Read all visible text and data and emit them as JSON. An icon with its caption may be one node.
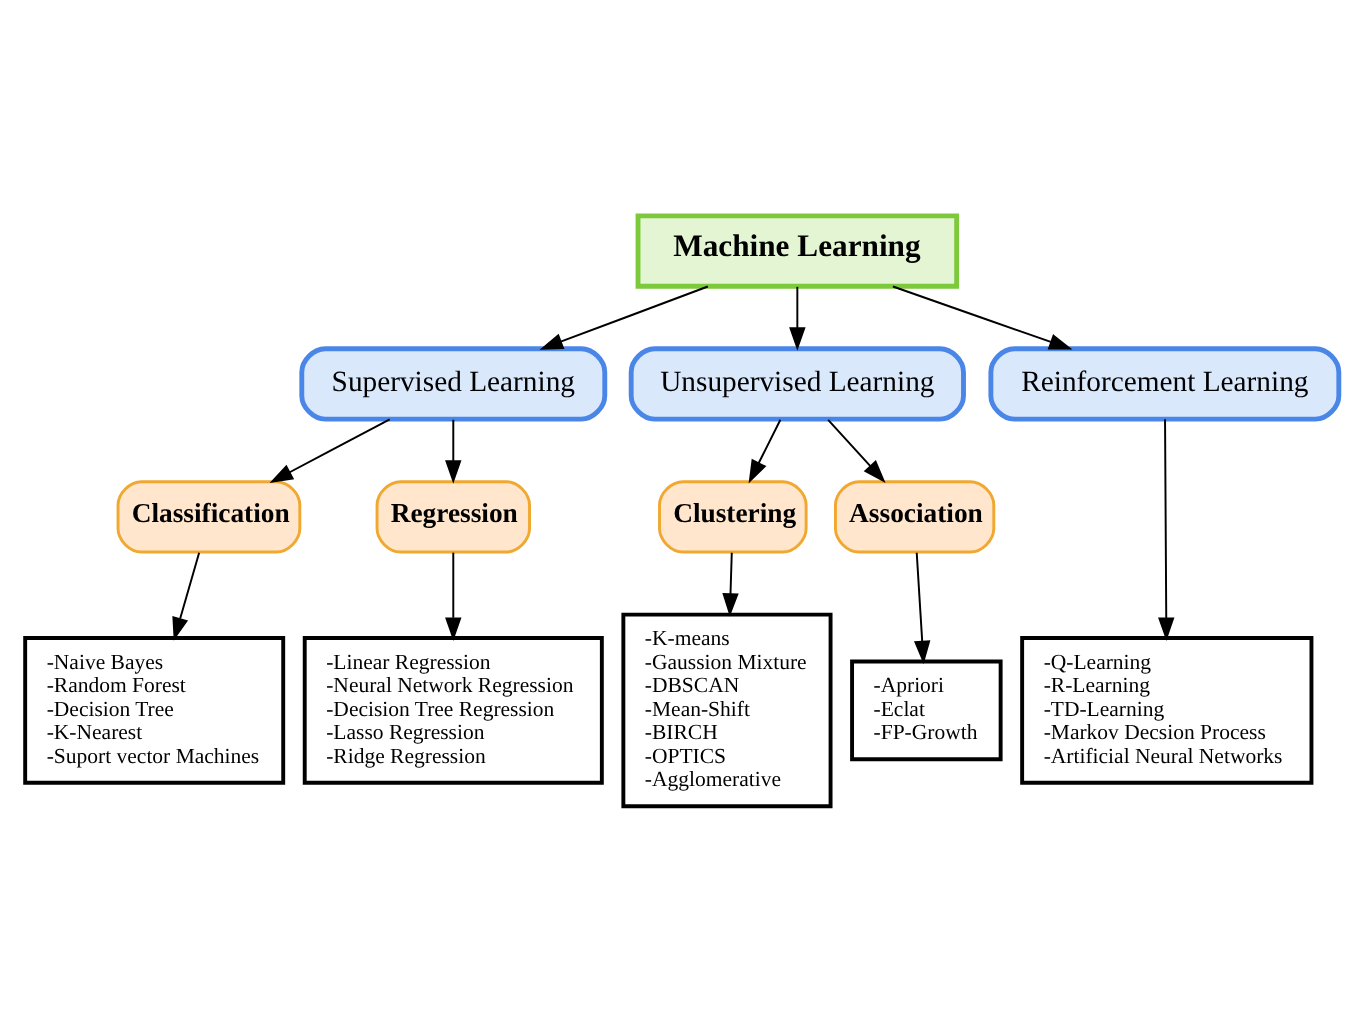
{
  "diagram": {
    "nodes": [
      {
        "text": [
          "Machine Learning"
        ]
      },
      {
        "text": [
          "Supervised Learning"
        ]
      },
      {
        "text": [
          "Unsupervised Learning"
        ]
      },
      {
        "text": [
          "Reinforcement Learning"
        ]
      },
      {
        "text": [
          "Classification"
        ]
      },
      {
        "text": [
          "Regression"
        ]
      },
      {
        "text": [
          "Clustering"
        ]
      },
      {
        "text": [
          "Association"
        ]
      },
      {
        "text": [
          "-Naive Bayes",
          "-Random Forest",
          "-Decision Tree",
          "-K-Nearest",
          "-Suport vector Machines"
        ]
      },
      {
        "text": [
          "-Linear Regression",
          "-Neural Network Regression",
          "-Decision Tree Regression",
          "-Lasso Regression",
          "-Ridge Regression"
        ]
      },
      {
        "text": [
          "-K-means",
          "-Gaussion Mixture",
          "-DBSCAN",
          "-Mean-Shift",
          "-BIRCH",
          "-OPTICS",
          "-Agglomerative"
        ]
      },
      {
        "text": [
          "-Apriori",
          "-Eclat",
          "-FP-Growth"
        ]
      },
      {
        "text": [
          "-Q-Learning",
          "-R-Learning",
          "-TD-Learning",
          "-Markov Decsion Process",
          "-Artificial Neural Networks"
        ]
      }
    ],
    "edges": [
      {
        "from": 0,
        "to": 1,
        "arrow": "to"
      },
      {
        "from": 0,
        "to": 2,
        "arrow": "to"
      },
      {
        "from": 0,
        "to": 3,
        "arrow": "to"
      },
      {
        "from": 1,
        "to": 4,
        "arrow": "to"
      },
      {
        "from": 1,
        "to": 5,
        "arrow": "to"
      },
      {
        "from": 2,
        "to": 6,
        "arrow": "to"
      },
      {
        "from": 2,
        "to": 7,
        "arrow": "to"
      },
      {
        "from": 4,
        "to": 8,
        "arrow": "to"
      },
      {
        "from": 5,
        "to": 9,
        "arrow": "to"
      },
      {
        "from": 6,
        "to": 10,
        "arrow": "to"
      },
      {
        "from": 7,
        "to": 11,
        "arrow": "to"
      },
      {
        "from": 3,
        "to": 12,
        "arrow": "to"
      }
    ]
  }
}
